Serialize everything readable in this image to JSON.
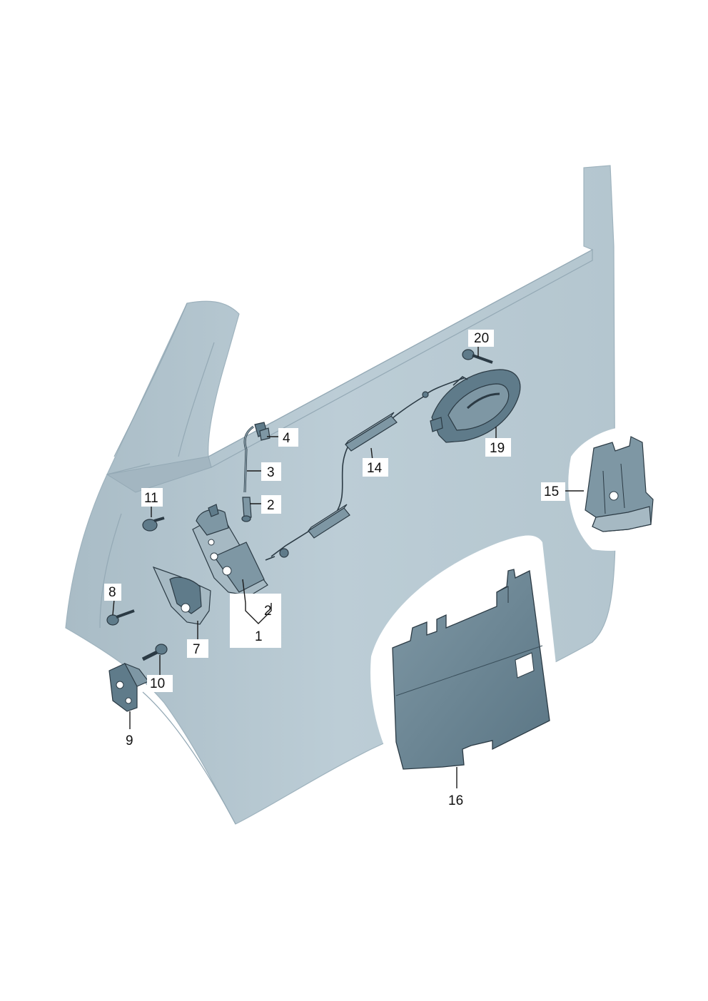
{
  "diagram": {
    "type": "exploded-parts-diagram",
    "colors": {
      "panel": "#b8c9d2",
      "panel_shade": "#a7bbc6",
      "part_dark": "#5f7b8a",
      "part_mid": "#7e97a4",
      "part_light": "#a6b9c3",
      "label_box": "#ffffff",
      "ink": "#111111"
    },
    "callouts": [
      {
        "id": "c1",
        "label": "1"
      },
      {
        "id": "c2",
        "label": "2"
      },
      {
        "id": "c2b",
        "label": "2"
      },
      {
        "id": "c3",
        "label": "3"
      },
      {
        "id": "c4",
        "label": "4"
      },
      {
        "id": "c7",
        "label": "7"
      },
      {
        "id": "c8",
        "label": "8"
      },
      {
        "id": "c9",
        "label": "9"
      },
      {
        "id": "c10",
        "label": "10"
      },
      {
        "id": "c11",
        "label": "11"
      },
      {
        "id": "c14",
        "label": "14"
      },
      {
        "id": "c15",
        "label": "15"
      },
      {
        "id": "c16",
        "label": "16"
      },
      {
        "id": "c19",
        "label": "19"
      },
      {
        "id": "c20",
        "label": "20"
      }
    ]
  }
}
